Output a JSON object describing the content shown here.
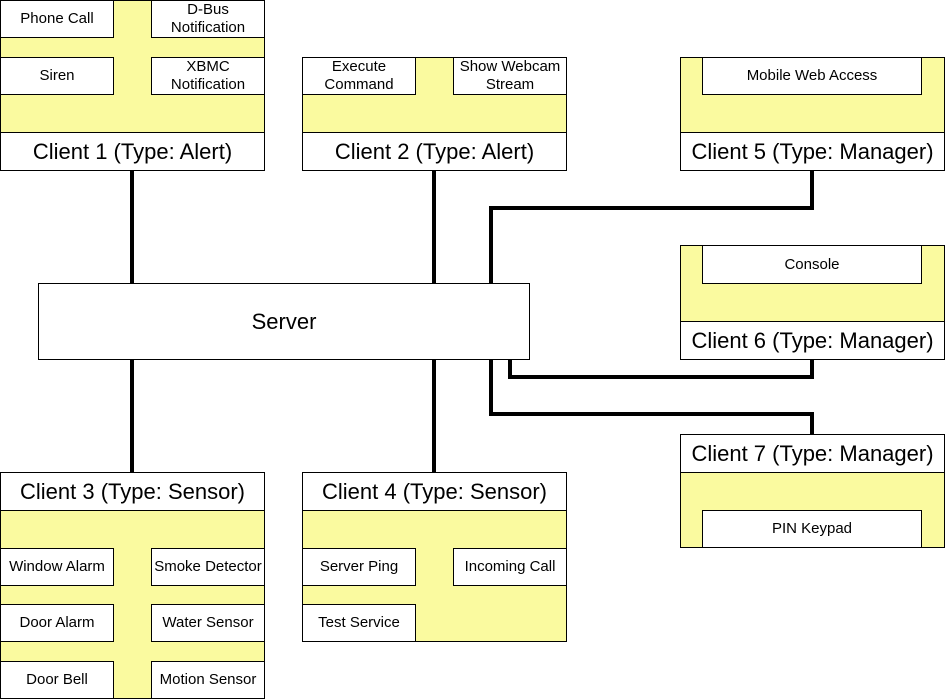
{
  "server": {
    "label": "Server"
  },
  "clients": {
    "c1": {
      "title": "Client 1 (Type: Alert)",
      "items": [
        "Phone Call",
        "D-Bus\nNotification",
        "Siren",
        "XBMC\nNotification"
      ]
    },
    "c2": {
      "title": "Client 2 (Type: Alert)",
      "items": [
        "Execute\nCommand",
        "Show Webcam\nStream"
      ]
    },
    "c3": {
      "title": "Client 3 (Type: Sensor)",
      "items": [
        "Window Alarm",
        "Smoke Detector",
        "Door Alarm",
        "Water Sensor",
        "Door Bell",
        "Motion Sensor"
      ]
    },
    "c4": {
      "title": "Client 4 (Type: Sensor)",
      "items": [
        "Server Ping",
        "Incoming Call",
        "Test Service"
      ]
    },
    "c5": {
      "title": "Client 5 (Type: Manager)",
      "items": [
        "Mobile Web Access"
      ]
    },
    "c6": {
      "title": "Client 6 (Type: Manager)",
      "items": [
        "Console"
      ]
    },
    "c7": {
      "title": "Client 7 (Type: Manager)",
      "items": [
        "PIN Keypad"
      ]
    }
  },
  "colors": {
    "panel": "#fafa9f",
    "box": "#ffffff",
    "line": "#000000"
  }
}
